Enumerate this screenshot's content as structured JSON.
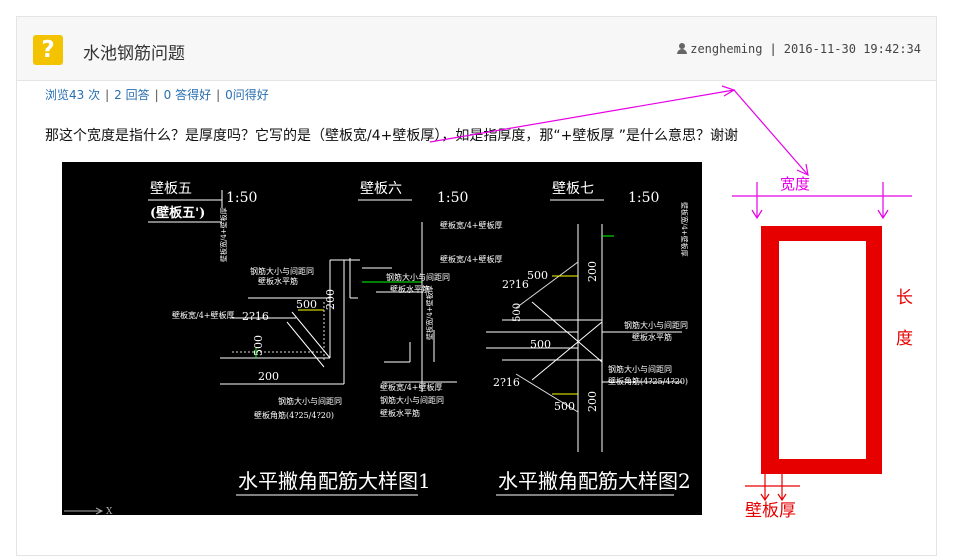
{
  "header": {
    "title": "水池钢筋问题",
    "username": "zengheming",
    "datetime": "2016-11-30 19:42:34",
    "icon_glyph": "?"
  },
  "stats": {
    "views": "浏览43 次",
    "answers": "2 回答",
    "answers_liked": "0 答得好",
    "questions_liked": "0问得好"
  },
  "question_text": "那这个宽度是指什么？是厚度吗？它写的是（壁板宽/4+壁板厚），如是指厚度，那“+壁板厚 ”是什么意思？谢谢",
  "cad": {
    "label_wall5": "壁板五",
    "label_wall5_alt": "(壁板五')",
    "scale_1": "1:50",
    "label_wall6": "壁板六",
    "scale_2": "1:50",
    "label_wall7": "壁板七",
    "scale_3": "1:50",
    "caption_1": "水平撇角配筋大样图1",
    "caption_2": "水平撇角配筋大样图2",
    "dim_200": "200",
    "dim_500": "500",
    "dim_216": "2?16",
    "dim_216b": "2?16",
    "note_same_rebar": "钢筋大小与间距同",
    "note_horizontal": "壁板水平筋",
    "note_corner": "壁板角筋(4?25/4?20)",
    "note_width": "壁板宽/4+壁板厚",
    "axis_x": "X"
  },
  "sketch": {
    "width_label": "宽度",
    "length_char1": "长",
    "length_char2": "度",
    "thickness_label": "壁板厚",
    "color": "#e60000",
    "arrow_color": "#e600e6"
  }
}
